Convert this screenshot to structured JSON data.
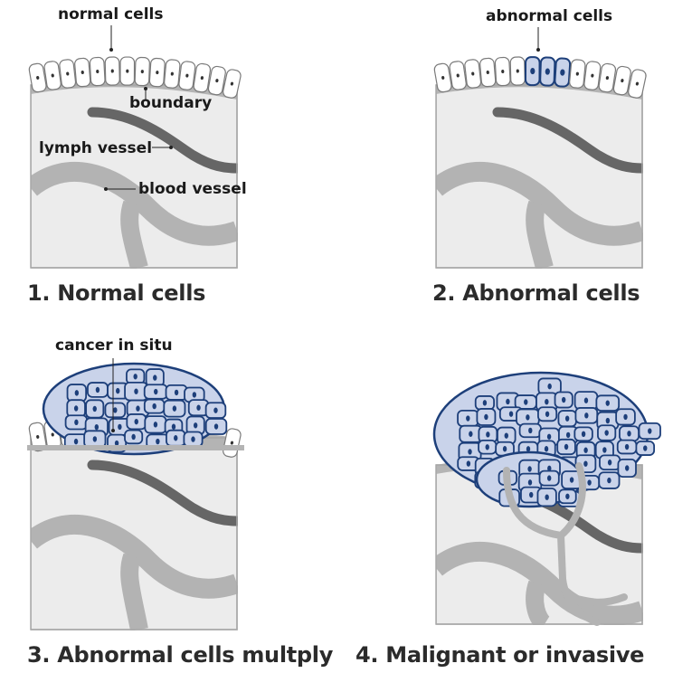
{
  "colors": {
    "tissue_fill": "#ececec",
    "tissue_border": "#a8a8a8",
    "boundary": "#b4b4b4",
    "lymph_vessel": "#666666",
    "blood_vessel": "#b3b3b3",
    "cell_fill": "#ffffff",
    "cell_stroke": "#7a7a7a",
    "abnormal_fill": "#c9d3ea",
    "abnormal_stroke": "#1d3f7a",
    "text": "#1a1a1a"
  },
  "panels": [
    {
      "caption": "1. Normal cells",
      "labels": {
        "cells": "normal cells",
        "boundary": "boundary",
        "lymph": "lymph vessel",
        "blood": "blood vessel"
      }
    },
    {
      "caption": "2. Abnormal cells",
      "labels": {
        "cells": "abnormal cells"
      }
    },
    {
      "caption": "3. Abnormal cells multply",
      "labels": {
        "cells": "cancer in situ"
      }
    },
    {
      "caption": "4. Malignant or invasive",
      "labels": {}
    }
  ]
}
